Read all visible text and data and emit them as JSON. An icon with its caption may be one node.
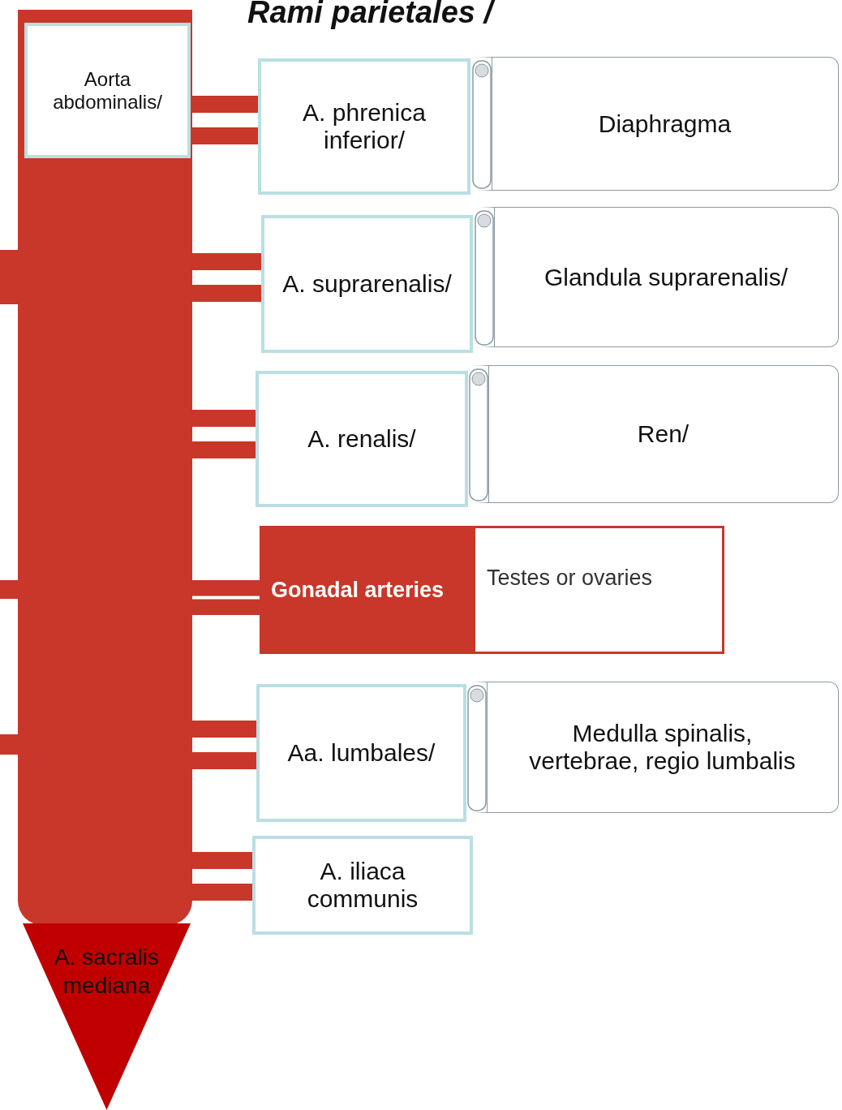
{
  "diagram": {
    "title": "Rami parietales /",
    "nodes": [
      {
        "text": [
          "Aorta abdominalis/"
        ]
      },
      {
        "text": [
          "A. phrenica inferior/"
        ]
      },
      {
        "text": [
          "Diaphragma"
        ]
      },
      {
        "text": [
          "A. suprarenalis/"
        ]
      },
      {
        "text": [
          "Glandula suprarenalis/"
        ]
      },
      {
        "text": [
          "A. renalis/"
        ]
      },
      {
        "text": [
          "Ren/"
        ]
      },
      {
        "text": [
          "Gonadal arteries"
        ]
      },
      {
        "text": [
          "Testes or ovaries"
        ]
      },
      {
        "text": [
          "Aa. lumbales/"
        ]
      },
      {
        "text": [
          "Medulla spinalis, vertebrae, regio lumbalis"
        ]
      },
      {
        "text": [
          "A. iliaca communis"
        ]
      },
      {
        "text": [
          "A. sacralis mediana"
        ]
      }
    ],
    "edges": [
      {
        "from": 0,
        "to": 1,
        "arrow": "none"
      },
      {
        "from": 0,
        "to": 3,
        "arrow": "none"
      },
      {
        "from": 0,
        "to": 5,
        "arrow": "none"
      },
      {
        "from": 0,
        "to": 7,
        "arrow": "none"
      },
      {
        "from": 0,
        "to": 9,
        "arrow": "none"
      },
      {
        "from": 0,
        "to": 11,
        "arrow": "none"
      }
    ]
  }
}
